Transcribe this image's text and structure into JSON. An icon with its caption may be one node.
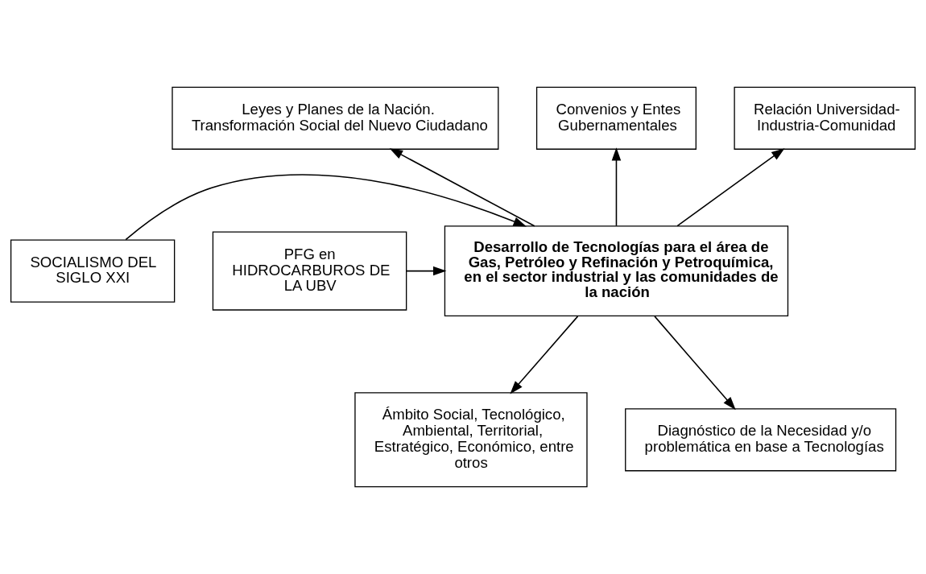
{
  "diagram": {
    "nodes": [
      {
        "text": [
          "Leyes y Planes de la Nación. Transformación Social del Nuevo Ciudadano"
        ]
      },
      {
        "text": [
          "Convenios y Entes Gubernamentales"
        ]
      },
      {
        "text": [
          "Relación Universidad-Industria-Comunidad"
        ]
      },
      {
        "text": [
          "SOCIALISMO DEL SIGLO XXI"
        ]
      },
      {
        "text": [
          "Desarrollo de Tecnologías para el área de Gas, Petróleo y Refinación y Petroquímica, en el sector industrial y las comunidades de la nación"
        ]
      },
      {
        "text": [
          "PFG en HIDROCARBUROS DE LA UBV"
        ]
      },
      {
        "text": [
          "Ámbito Social, Tecnológico, Ambiental, Territorial, Estratégico, Económico, entre otros"
        ]
      },
      {
        "text": [
          "Diagnóstico de la Necesidad y/o problemática en base a Tecnologías"
        ]
      }
    ],
    "edges": [
      {
        "from": 4,
        "to": 0,
        "arrow": "to"
      },
      {
        "from": 4,
        "to": 1,
        "arrow": "to"
      },
      {
        "from": 4,
        "to": 2,
        "arrow": "to"
      },
      {
        "from": 3,
        "to": 4,
        "arrow": "to"
      },
      {
        "from": 5,
        "to": 4,
        "arrow": "to"
      },
      {
        "from": 4,
        "to": 6,
        "arrow": "to"
      },
      {
        "from": 4,
        "to": 7,
        "arrow": "to"
      }
    ]
  }
}
